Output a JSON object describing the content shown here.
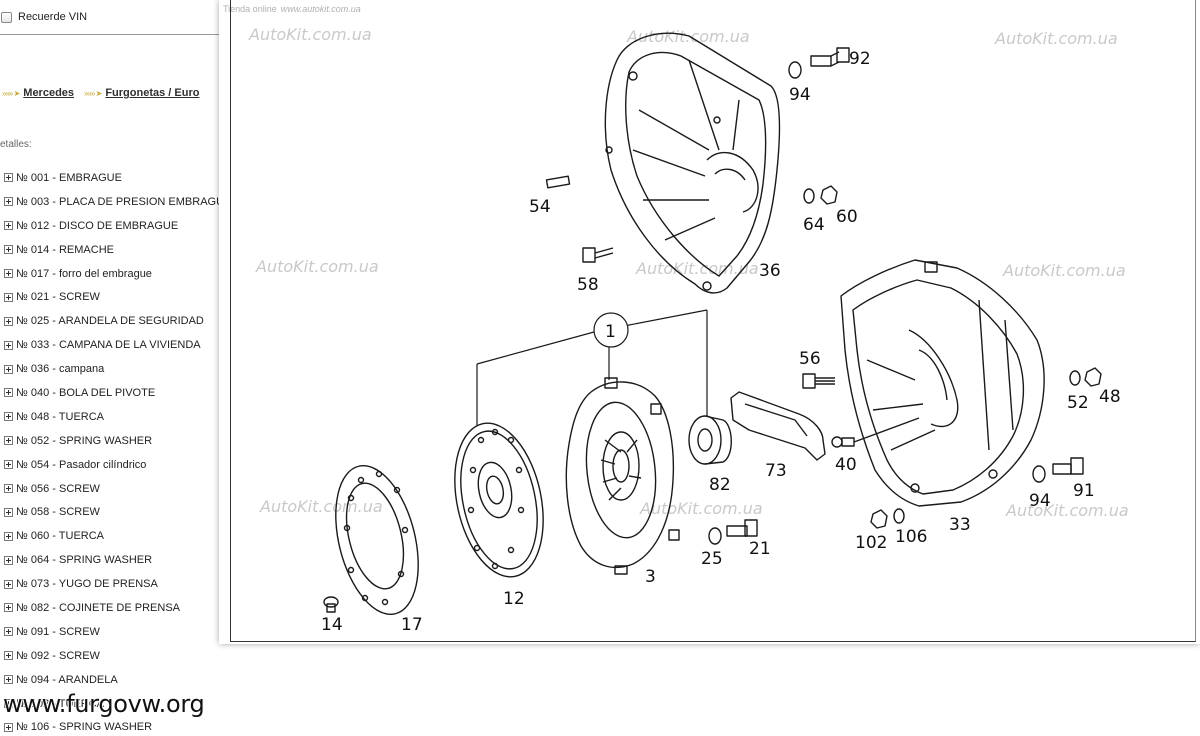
{
  "sidebar": {
    "remember_vin_label": "Recuerde VIN",
    "breadcrumb": [
      {
        "label": "Mercedes"
      },
      {
        "label": "Furgonetas / Euro"
      }
    ],
    "details_label": "etalles:",
    "parts": [
      {
        "label": "№ 001 - EMBRAGUE"
      },
      {
        "label": "№ 003 - PLACA DE PRESION EMBRAGUE"
      },
      {
        "label": "№ 012 - DISCO DE EMBRAGUE"
      },
      {
        "label": "№ 014 - REMACHE"
      },
      {
        "label": "№ 017 - forro del embrague"
      },
      {
        "label": "№ 021 - SCREW"
      },
      {
        "label": "№ 025 - ARANDELA DE SEGURIDAD"
      },
      {
        "label": "№ 033 - CAMPANA DE LA VIVIENDA"
      },
      {
        "label": "№ 036 - campana"
      },
      {
        "label": "№ 040 - BOLA DEL PIVOTE"
      },
      {
        "label": "№ 048 - TUERCA"
      },
      {
        "label": "№ 052 - SPRING WASHER"
      },
      {
        "label": "№ 054 - Pasador cilíndrico"
      },
      {
        "label": "№ 056 - SCREW"
      },
      {
        "label": "№ 058 - SCREW"
      },
      {
        "label": "№ 060 - TUERCA"
      },
      {
        "label": "№ 064 - SPRING WASHER"
      },
      {
        "label": "№ 073 - YUGO DE PRENSA"
      },
      {
        "label": "№ 082 - COJINETE DE PRENSA"
      },
      {
        "label": "№ 091 - SCREW"
      },
      {
        "label": "№ 092 - SCREW"
      },
      {
        "label": "№ 094 - ARANDELA"
      },
      {
        "label": "№ 102 - TUERCA"
      },
      {
        "label": "№ 106 - SPRING WASHER"
      }
    ]
  },
  "diagram": {
    "store_caption": "Tienda online",
    "store_url": "www.autokit.com.ua",
    "watermark": "AutoKit.com.ua",
    "callouts": {
      "c1": "1",
      "c3": "3",
      "c12": "12",
      "c14": "14",
      "c17": "17",
      "c21": "21",
      "c25": "25",
      "c33": "33",
      "c36": "36",
      "c40": "40",
      "c48": "48",
      "c52": "52",
      "c54": "54",
      "c56": "56",
      "c58": "58",
      "c60": "60",
      "c64": "64",
      "c73": "73",
      "c82": "82",
      "c91": "91",
      "c92": "92",
      "c94a": "94",
      "c94b": "94",
      "c102": "102",
      "c106": "106"
    }
  },
  "footer": {
    "site_watermark": "www.furgovw.org"
  }
}
